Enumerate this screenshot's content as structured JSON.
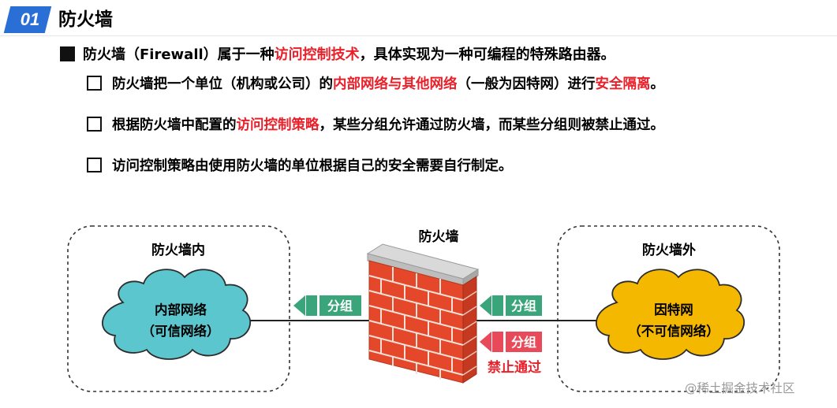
{
  "header": {
    "number": "01",
    "title": "防火墙"
  },
  "main_bullet": {
    "part1": "防火墙（Firewall）属于一种",
    "highlight": "访问控制技术",
    "part2": "，具体实现为一种可编程的特殊路由器。"
  },
  "sub_bullets": [
    {
      "part1": "防火墙把一个单位（机构或公司）的",
      "highlight1": "内部网络与其他网络",
      "part2": "（一般为因特网）进行",
      "highlight2": "安全隔离",
      "part3": "。"
    },
    {
      "part1": "根据防火墙中配置的",
      "highlight1": "访问控制策略",
      "part2": "，某些分组允许通过防火墙，而某些分组则被禁止通过。"
    },
    {
      "part1": "访问控制策略由使用防火墙的单位根据自己的安全需要自行制定。"
    }
  ],
  "diagram": {
    "inside_zone_label": "防火墙内",
    "outside_zone_label": "防火墙外",
    "firewall_label": "防火墙",
    "inside_cloud": {
      "line1": "内部网络",
      "line2": "（可信网络）"
    },
    "outside_cloud": {
      "line1": "因特网",
      "line2": "（不可信网络）"
    },
    "packet_label_left": "分组",
    "packet_label_right_allowed": "分组",
    "packet_label_right_blocked": "分组",
    "blocked_label": "禁止通过"
  },
  "colors": {
    "badge_blue": "#2a6fd6",
    "highlight_red": "#e8202a",
    "arrow_green": "#3aa57a",
    "arrow_red": "#e84a5a",
    "cloud_teal": "#5cc6cf",
    "cloud_yellow": "#f5b800",
    "brick_red": "#e4472a"
  },
  "watermark": "@稀土掘金技术社区"
}
